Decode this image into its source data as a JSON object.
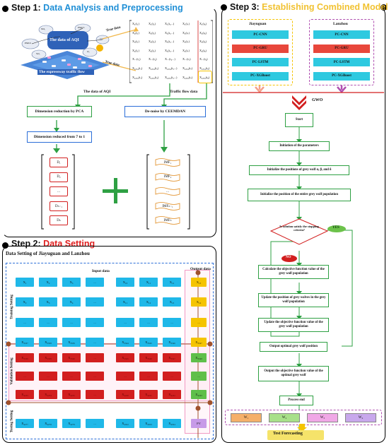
{
  "step1": {
    "prefix": "Step 1:",
    "title": "Data Analysis and Preprocessing"
  },
  "step2": {
    "prefix": "Step 2:",
    "title": "Data Setting"
  },
  "step3": {
    "prefix": "Step 3:",
    "title": "Establishing Combined Model"
  },
  "colors": {
    "step1_title": "#1f8fd6",
    "step2_title": "#e02020",
    "step3_title": "#f1c232",
    "green": "#2ea043",
    "red": "#d21f1f",
    "blue": "#2b6ed8",
    "cyan": "#1fb8e8",
    "yellow": "#f5c400"
  },
  "illustration": {
    "aqi_label": "The data of AQI",
    "traffic_label": "The expressway traffic flow",
    "true_data_top": "True data",
    "true_data_bottom": "True data",
    "pollutants": [
      "NO₂",
      "PM2.5",
      "PM10",
      "CO",
      "O₃",
      "SO₂"
    ]
  },
  "matrix": {
    "rows": [
      [
        "X₁(t₁)",
        "X₁(t₂)",
        "X₁(t₃...)",
        "X₁(t₇)",
        "X₁(t₈)"
      ],
      [
        "X₂(t₁)",
        "X₂(t₂)",
        "X₂(t₃...)",
        "X₂(t₇)",
        "X₂(t₈)"
      ],
      [
        "X₃(t₁)",
        "X₃(t₂)",
        "X₃(t₃...)",
        "X₃(t₇)",
        "X₃(t₈)"
      ],
      [
        "X₄(t₁)",
        "X₄(t₂)",
        "X₄(t₃...)",
        "X₄(t₇)",
        "X₄(t₈)"
      ],
      [
        "X...(t₁)",
        "X...(t₂)",
        "X...(t₃...)",
        "X...(t₇)",
        "X...(t₈)"
      ],
      [
        "X₄₃₅₄(t₁)",
        "X₄₃₅₄(t₂)",
        "X₄₃₅₄(t₃...)",
        "X₄₃₅₄(t₇)",
        "X₄₃₅₄(t₈)"
      ],
      [
        "X₄₃₅₅(t₁)",
        "X₄₃₅₅(t₂)",
        "X₄₃₅₅(t₃...)",
        "X₄₃₅₅(t₇)",
        "X₄₃₅₅(t₈)"
      ]
    ]
  },
  "flow": {
    "aqi_label": "The data of AQI",
    "traffic_label": "Traffic flow data",
    "pca_box": "Dimension reduction by PCA",
    "ceemdan_box": "De-noise by CEEMDAN",
    "reduced_box": "Dimension reduced from 7 to 1"
  },
  "d_vector": [
    "D₁",
    "D₂",
    "...",
    "Dₙ₋₁",
    "Dₙ"
  ],
  "imf_vector": [
    "IMF₁",
    "IMF₂",
    "...",
    "IMFₙ₋₁",
    "IMFₙ"
  ],
  "plus": "+",
  "data_setting": {
    "title": "Data Setting of Jiayuguan and Lanzhou",
    "input_label": "Input data",
    "output_label": "Output data",
    "row_labels": {
      "training": "Training Setting",
      "validation": "Validation Setting",
      "testing": "Testing Setting"
    },
    "training_rows": [
      [
        "X₁",
        "X₂",
        "X₃",
        "...",
        "X₁₀",
        "X₁₁",
        "X₁₂",
        "X₁₃"
      ],
      [
        "X₂",
        "X₃",
        "X₄",
        "...",
        "X₁₁",
        "X₁₂",
        "X₁₃",
        "X₁₄"
      ],
      [
        "...",
        "...",
        "...",
        "...",
        "...",
        "...",
        "...",
        "..."
      ],
      [
        "X₃₃₃₇",
        "X₃₃₃₈",
        "X₃₃₃₉",
        "...",
        "X₃₃₄₄",
        "X₃₃₄₅",
        "X₃₃₄₆",
        "X₃₃₄₇"
      ]
    ],
    "validation_rows": [
      [
        "X₃₃₃₈",
        "X₃₃₃₉",
        "X₃₃₄₀",
        "...",
        "X₃₃₄₅",
        "X₃₃₄₆",
        "X₃₃₄₇",
        "X₃₃₄₈"
      ],
      [
        "...",
        "...",
        "...",
        "...",
        "...",
        "...",
        "...",
        "..."
      ],
      [
        "X₄₂₃₃",
        "X₄₂₃₄",
        "X₄₂₃₅",
        "...",
        "X₄₂₄₀",
        "X₄₂₄₁",
        "X₄₂₄₂",
        "X₄₂₄₃"
      ]
    ],
    "testing_row": [
      "X₄₂₇₇",
      "X₄₂₇₈",
      "X₄₂₇₉",
      "...",
      "X₄₃₅₂",
      "X₄₃₅₃",
      "X₄₃₅₄",
      "FV"
    ]
  },
  "models": {
    "jiayuguan": {
      "title": "Jiayuguan",
      "items": [
        "PC-CNN",
        "PC-GRU",
        "PC-LSTM",
        "PC-XGBoost"
      ]
    },
    "lanzhou": {
      "title": "Lanzhou",
      "items": [
        "PC-CNN",
        "PC-GRU",
        "PC-LSTM",
        "PC-XGBoost"
      ]
    }
  },
  "gwo": {
    "label": "GWO",
    "start": "Start",
    "init_params": "Initiation of the  parameters",
    "init_positions": "Initialize the positions of grey wolf α, β, and δ",
    "init_population": "Initialize the position of the entire grey wolf population",
    "decision": "Is solution satisfy the stopping criteria?",
    "yes": "YES",
    "no": "NO",
    "calc_objective": "Calculate the objective function value of the grey wolf  population",
    "update_position": "Update the position of grey wolves in the grey wolf population",
    "update_objective": "Update the objective function value of the grey wolf population",
    "output_position": "Output optimal grey wolf position",
    "output_objective": "Output the objective function value of the optimal grey wolf",
    "process_end": "Process end",
    "weights": [
      "W₁",
      "W₂",
      "W₃",
      "W₄"
    ],
    "test_forecasting": "Test Forecasting"
  }
}
